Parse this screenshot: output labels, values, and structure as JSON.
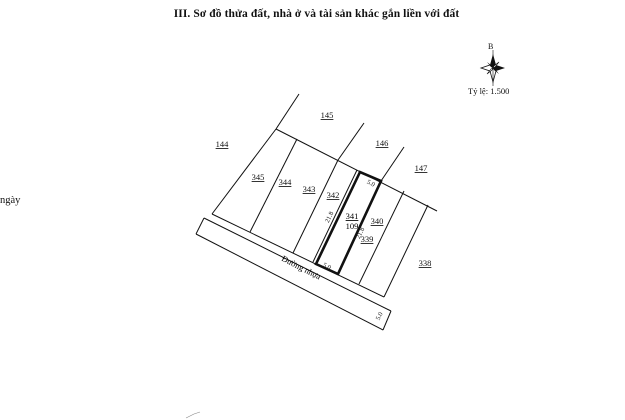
{
  "title": "III. Sơ đồ thửa đất, nhà ở và tài sản khác gắn liền với đất",
  "side_text": "ngày",
  "compass": {
    "north_letter": "B",
    "icon": "compass-rose-icon"
  },
  "scale": "Tỷ lệ: 1.500",
  "road_label": "Đường nhựa",
  "parcels": {
    "p144": "144",
    "p145": "145",
    "p146": "146",
    "p147": "147",
    "p338": "338",
    "p339": "339",
    "p340": "340",
    "p341": "341",
    "p342": "342",
    "p343": "343",
    "p344": "344",
    "p345": "345"
  },
  "highlighted_parcel_area": "109",
  "dimensions": {
    "top_width": "5.0",
    "bottom_width": "5.0",
    "left_depth": "21.8",
    "right_depth": "21.8",
    "road_width": "5.0"
  },
  "colors": {
    "ink": "#111111",
    "background": "#ffffff"
  }
}
